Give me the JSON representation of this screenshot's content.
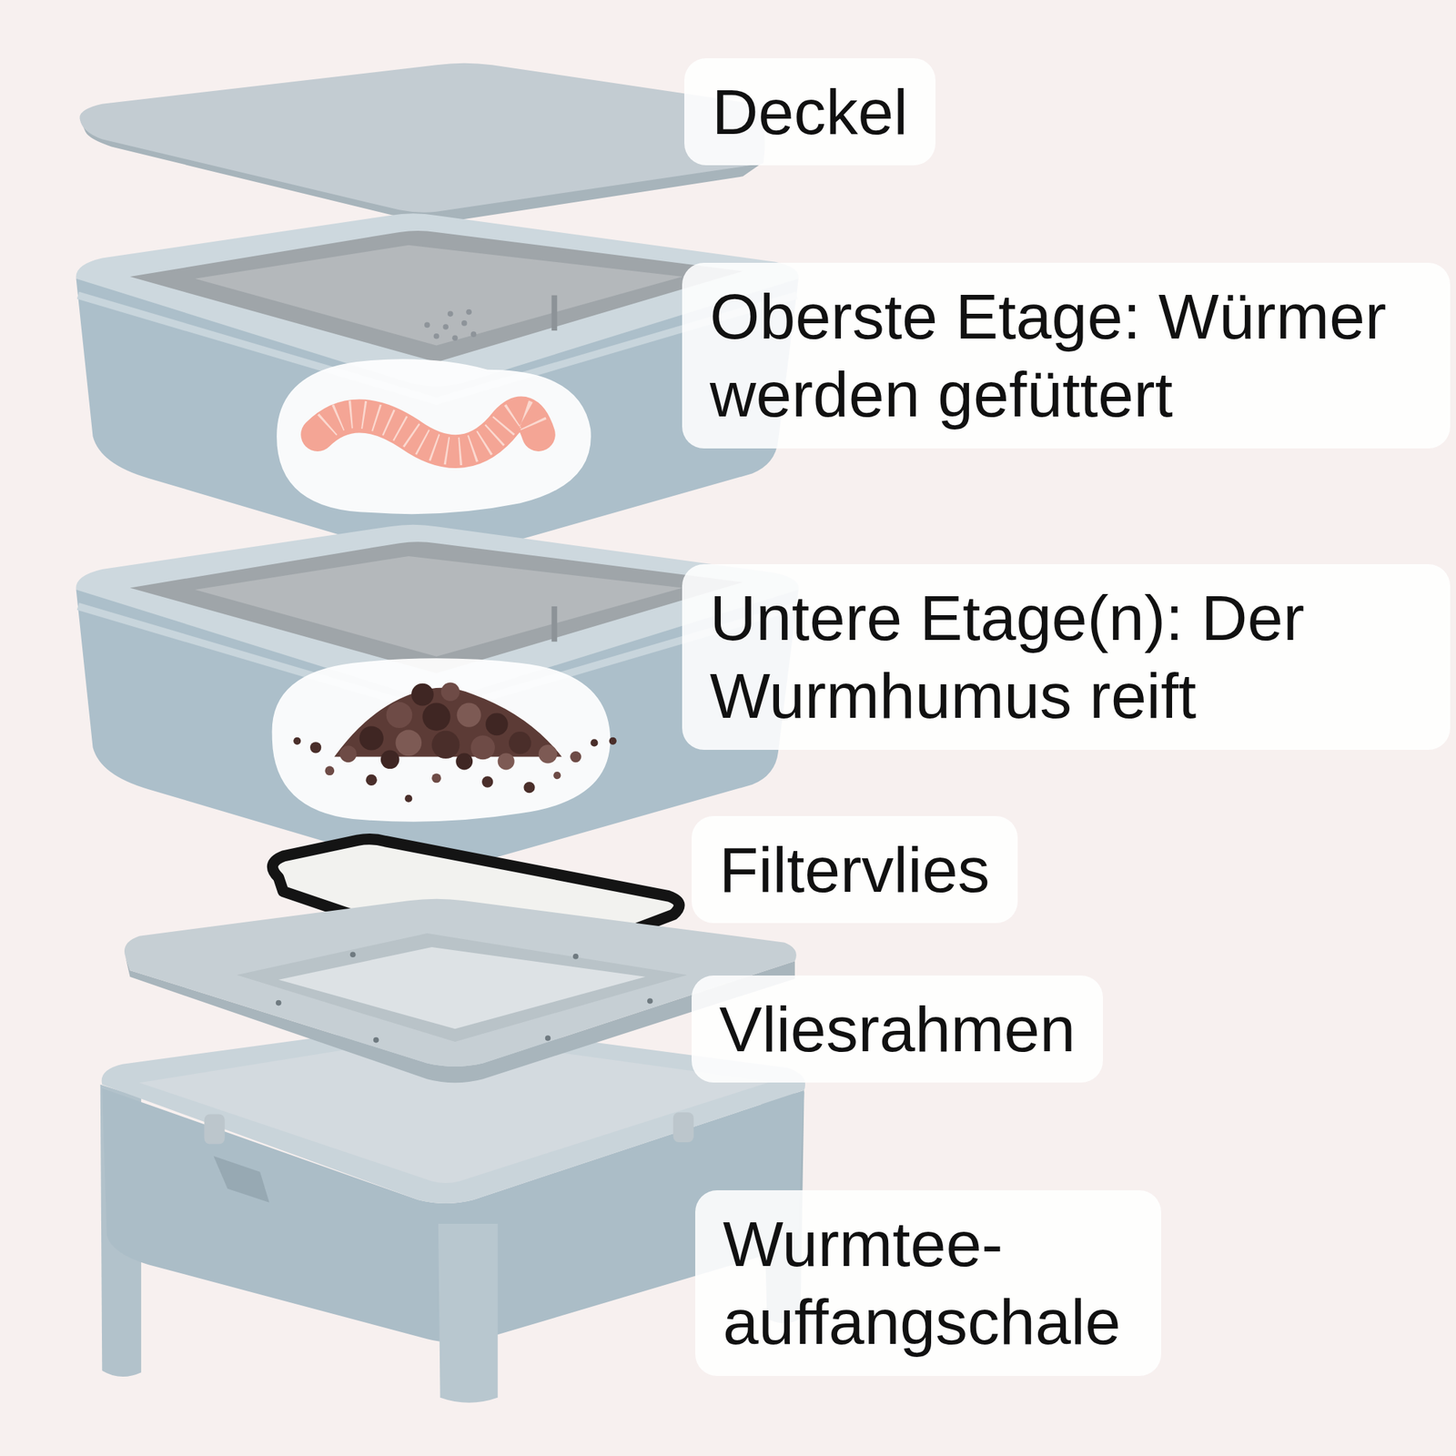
{
  "diagram": {
    "nodes": [
      {
        "text": [
          "Deckel"
        ]
      },
      {
        "text": [
          "Oberste Etage: Würmer werden gefüttert"
        ]
      },
      {
        "text": [
          "Untere Etage(n): Der Wurmhumus reift"
        ]
      },
      {
        "text": [
          "Filtervlies"
        ]
      },
      {
        "text": [
          "Vliesrahmen"
        ]
      },
      {
        "text": [
          "Wurmtee- auffangschale"
        ]
      }
    ]
  }
}
